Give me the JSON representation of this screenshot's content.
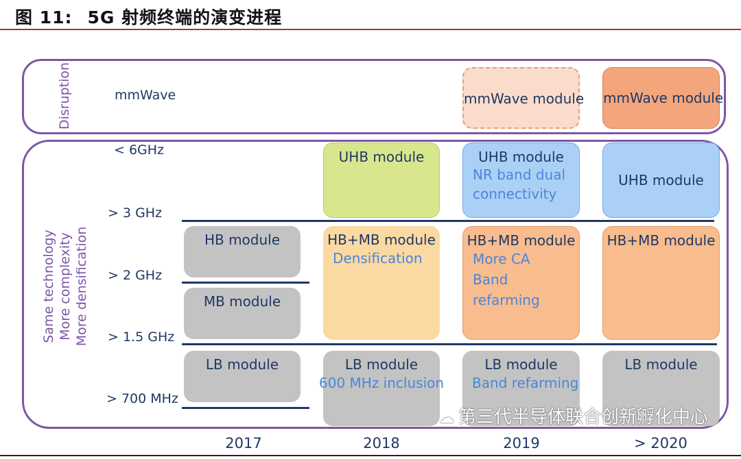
{
  "title": {
    "figure": "图 11:",
    "text": "5G 射频终端的演变进程"
  },
  "disruption_label": "Disruption",
  "mmwave_label": "mmWave",
  "side_label": [
    "Same technology",
    "More complexity",
    "More densification"
  ],
  "freq_labels": [
    "< 6GHz",
    "> 3 GHz",
    "> 2 GHz",
    "> 1.5 GHz",
    "> 700 MHz"
  ],
  "years": [
    "2017",
    "2018",
    "2019",
    "> 2020"
  ],
  "modules": {
    "y2017": {
      "hb": "HB module",
      "mb": "MB module",
      "lb": "LB module"
    },
    "y2018": {
      "uhb": "UHB module",
      "hbmb": "HB+MB module",
      "hbmb_sub": "Densification",
      "lb": "LB module",
      "lb_sub": "600 MHz inclusion"
    },
    "y2019": {
      "mmwave": "mmWave module",
      "uhb": "UHB module",
      "uhb_sub1": "NR band dual",
      "uhb_sub2": "connectivity",
      "hbmb": "HB+MB module",
      "hbmb_sub1": "More CA",
      "hbmb_sub2": "Band refarming",
      "lb": "LB module",
      "lb_sub": "Band refarming"
    },
    "y2020": {
      "mmwave": "mmWave module",
      "uhb": "UHB module",
      "hbmb": "HB+MB module",
      "lb": "LB module"
    }
  },
  "watermark": "第三代半导体联合创新孵化中心",
  "colors": {
    "frame": "#7d55a8",
    "line": "#1f3864",
    "subtext": "#4a86d8",
    "legacy": "#c3c3c3",
    "uhb_2018": "#d8e78d",
    "uhb_2019": "#abd0f6",
    "hbmb_2018": "#fbd9a2",
    "hbmb_later": "#f8bc8f",
    "mmwave_2019": "#fbdccc",
    "mmwave_2020": "#f3a57c"
  }
}
